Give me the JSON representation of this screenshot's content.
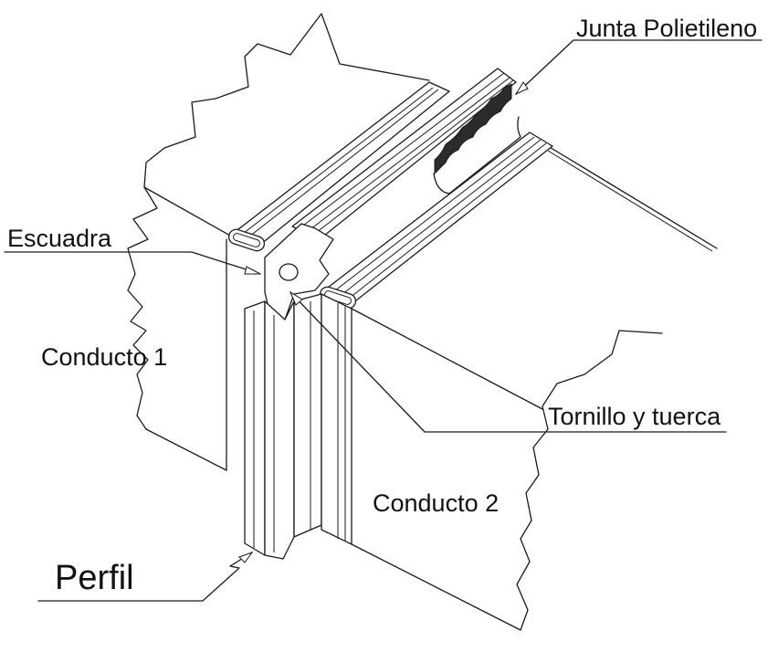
{
  "labels": {
    "junta": "Junta Polietileno",
    "escuadra": "Escuadra",
    "conducto1": "Conducto 1",
    "tornillo": "Tornillo y tuerca",
    "conducto2": "Conducto 2",
    "perfil": "Perfil"
  },
  "colors": {
    "line": "#1a1a1a",
    "gasket": "#2b2b2b",
    "background": "#ffffff"
  }
}
